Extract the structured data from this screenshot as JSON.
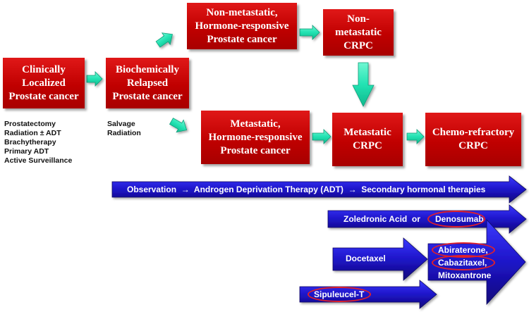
{
  "boxes": {
    "clinically_localized": "Clinically\nLocalized\nProstate cancer",
    "biochemically_relapsed": "Biochemically\nRelapsed\nProstate cancer",
    "nonmet_hormone": "Non-metastatic,\nHormone-responsive\nProstate cancer",
    "nonmet_crpc": "Non-\nmetastatic\nCRPC",
    "met_hormone": "Metastatic,\nHormone-responsive\nProstate cancer",
    "met_crpc": "Metastatic\nCRPC",
    "chemo_refractory": "Chemo-refractory\nCRPC"
  },
  "notes": {
    "localized_treatments": [
      "Prostatectomy",
      "Radiation ± ADT",
      "Brachytherapy",
      "Primary ADT",
      "Active Surveillance"
    ],
    "relapse_treatments": [
      "Salvage",
      "Radiation"
    ]
  },
  "therapy_arrows": {
    "sequence": "Observation  →  Androgen Deprivation Therapy (ADT)  →  Secondary hormonal therapies",
    "zoledronic": "Zoledronic Acid  or",
    "denosumab": "Denosumab",
    "docetaxel": "Docetaxel",
    "abiraterone": "Abiraterone,",
    "cabazitaxel": "Cabazitaxel,",
    "mitoxantrone": "Mitoxantrone",
    "sipuleucel": "Sipuleucel-T"
  },
  "colors": {
    "box_red": "#c00000",
    "flow_arrow": "#20e0b0",
    "therapy_arrow": "#1e14c8",
    "highlight_oval": "#e0202a"
  }
}
